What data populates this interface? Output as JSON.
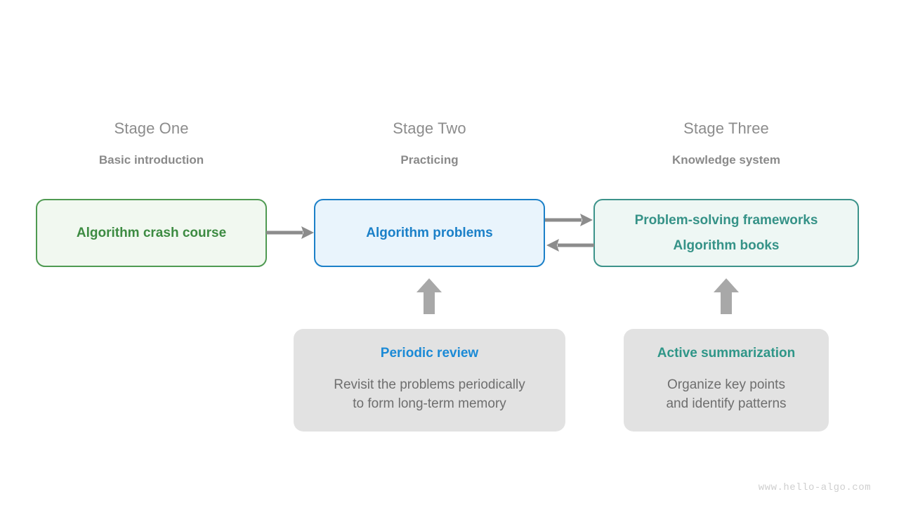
{
  "diagram": {
    "title_watermark": "www.hello-algo.com",
    "colors": {
      "stage_one_border": "#4f9a52",
      "stage_one_fill": "#f1f8f0",
      "stage_one_text": "#3d8b42",
      "stage_two_border": "#1b80c8",
      "stage_two_fill": "#e9f4fc",
      "stage_two_text": "#1b80c8",
      "stage_three_border": "#3c938a",
      "stage_three_fill": "#eef7f4",
      "stage_three_text": "#359287",
      "support_fill": "#e2e2e2",
      "arrow_gray": "#8c8c8c",
      "heading_gray": "#8c8c8c",
      "body_gray": "#6e6e6e"
    },
    "stages": [
      {
        "title": "Stage One",
        "subtitle": "Basic introduction",
        "box_lines": [
          "Algorithm crash course"
        ]
      },
      {
        "title": "Stage Two",
        "subtitle": "Practicing",
        "box_lines": [
          "Algorithm problems"
        ]
      },
      {
        "title": "Stage Three",
        "subtitle": "Knowledge system",
        "box_lines": [
          "Problem-solving frameworks",
          "Algorithm books"
        ]
      }
    ],
    "support": [
      {
        "title": "Periodic review",
        "body_lines": [
          "Revisit the problems periodically",
          "to form long-term memory"
        ]
      },
      {
        "title": "Active summarization",
        "body_lines": [
          "Organize key points",
          "and identify patterns"
        ]
      }
    ],
    "arrows": [
      {
        "name": "crash-course-to-problems",
        "direction": "right"
      },
      {
        "name": "problems-to-frameworks",
        "direction": "right"
      },
      {
        "name": "frameworks-to-problems",
        "direction": "left"
      },
      {
        "name": "review-to-problems",
        "direction": "up"
      },
      {
        "name": "summarization-to-frameworks",
        "direction": "up"
      }
    ]
  }
}
